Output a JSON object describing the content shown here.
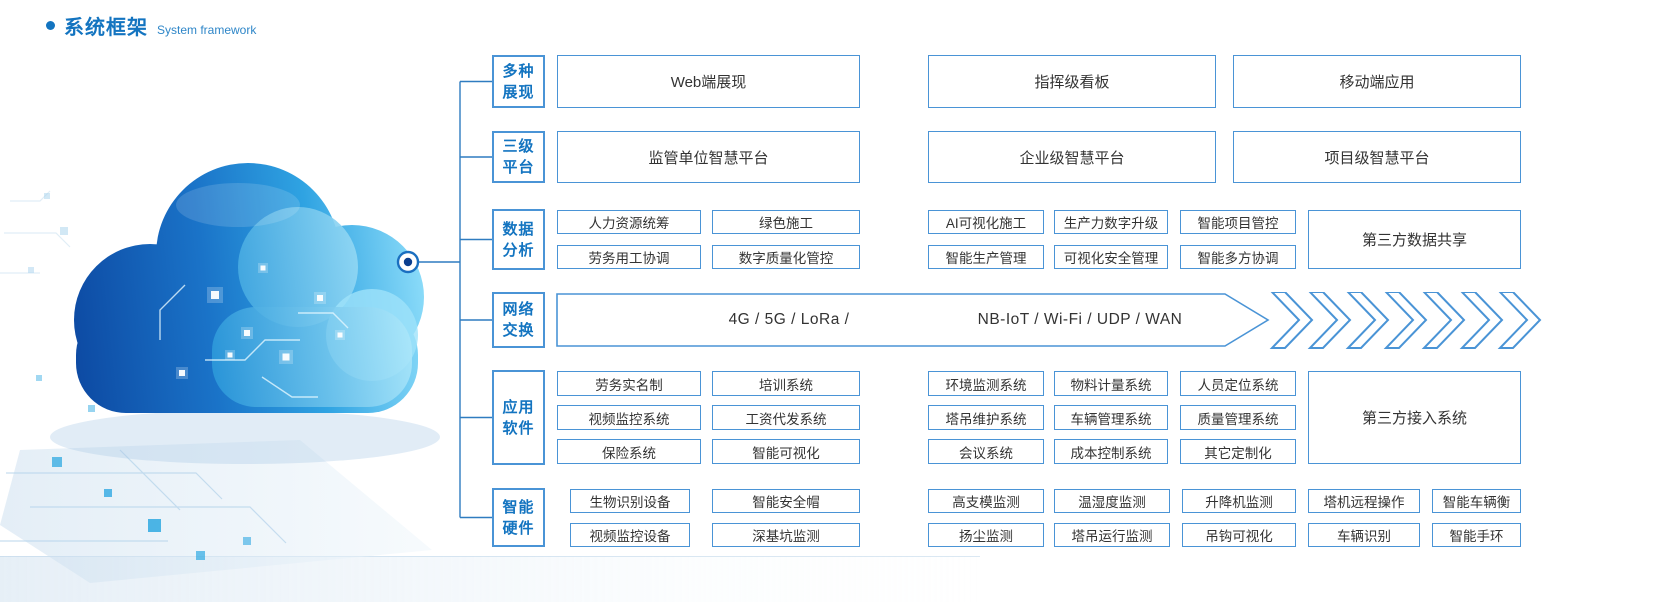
{
  "title": {
    "zh": "系统框架",
    "en": "System framework"
  },
  "categories": [
    {
      "key": "display",
      "label_lines": [
        "多种",
        "展现"
      ],
      "kind": "wide",
      "items": [
        "Web端展现",
        "指挥级看板",
        "移动端应用"
      ]
    },
    {
      "key": "platforms",
      "label_lines": [
        "三级",
        "平台"
      ],
      "kind": "wide",
      "items": [
        "监管单位智慧平台",
        "企业级智慧平台",
        "项目级智慧平台"
      ]
    },
    {
      "key": "analysis",
      "label_lines": [
        "数据",
        "分析"
      ],
      "kind": "grid5",
      "grid": [
        [
          "人力资源统筹",
          "绿色施工",
          "AI可视化施工",
          "生产力数字升级",
          "智能项目管控"
        ],
        [
          "劳务用工协调",
          "数字质量化管控",
          "智能生产管理",
          "可视化安全管理",
          "智能多方协调"
        ]
      ],
      "side": "第三方数据共享"
    },
    {
      "key": "network",
      "label_lines": [
        "网络",
        "交换"
      ],
      "kind": "arrow",
      "segments": [
        "4G / 5G / LoRa /",
        "NB-IoT / Wi-Fi / UDP / WAN"
      ],
      "chevron_count": 7
    },
    {
      "key": "apps",
      "label_lines": [
        "应用",
        "软件"
      ],
      "kind": "grid5",
      "grid": [
        [
          "劳务实名制",
          "培训系统",
          "环境监测系统",
          "物料计量系统",
          "人员定位系统"
        ],
        [
          "视频监控系统",
          "工资代发系统",
          "塔吊维护系统",
          "车辆管理系统",
          "质量管理系统"
        ],
        [
          "保险系统",
          "智能可视化",
          "会议系统",
          "成本控制系统",
          "其它定制化"
        ]
      ],
      "side": "第三方接入系统"
    },
    {
      "key": "hardware",
      "label_lines": [
        "智能",
        "硬件"
      ],
      "kind": "grid7",
      "grid": [
        [
          "生物识别设备",
          "智能安全帽",
          "高支模监测",
          "温湿度监测",
          "升降机监测",
          "塔机远程操作",
          "智能车辆衡"
        ],
        [
          "视频监控设备",
          "深基坑监测",
          "扬尘监测",
          "塔吊运行监测",
          "吊钩可视化",
          "车辆识别",
          "智能手环"
        ]
      ]
    }
  ],
  "colors": {
    "accent": "#1374c0",
    "box_border": "#4a94d6",
    "box_text": "#333333",
    "connector_line": "#2f7cc0",
    "cloud_dark": "#0d4aa3",
    "cloud_light": "#8fdefa"
  }
}
